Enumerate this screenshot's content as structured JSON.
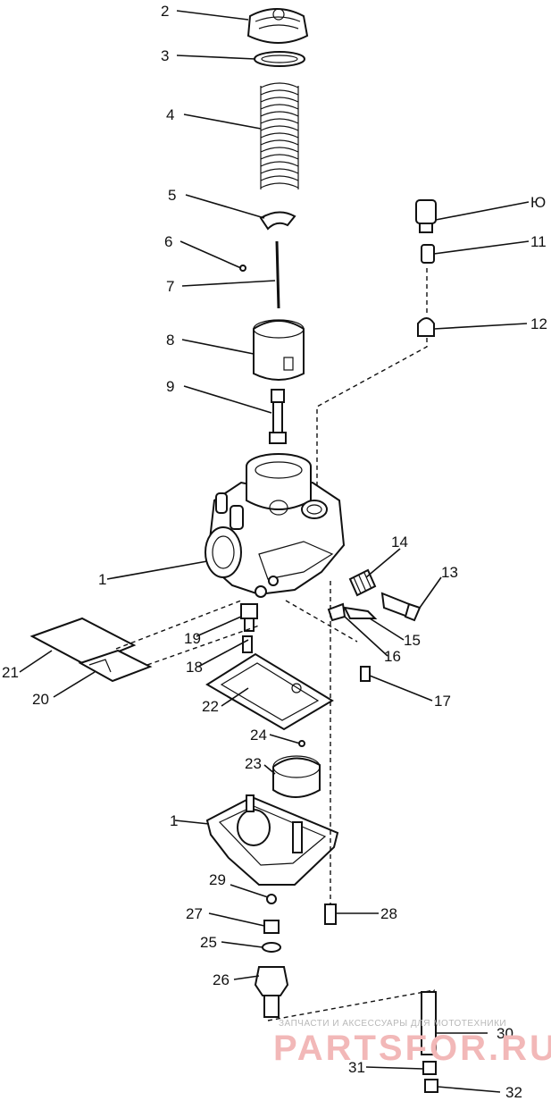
{
  "labels": {
    "l1a": "1",
    "l1b": "1",
    "l2": "2",
    "l3": "3",
    "l4": "4",
    "l5": "5",
    "l6": "6",
    "l7": "7",
    "l8": "8",
    "l9": "9",
    "l10": "Ю",
    "l11": "11",
    "l12": "12",
    "l13": "13",
    "l14": "14",
    "l15": "15",
    "l16": "16",
    "l17": "17",
    "l18": "18",
    "l19": "19",
    "l20": "20",
    "l21": "21",
    "l22": "22",
    "l23": "23",
    "l24": "24",
    "l25": "25",
    "l26": "26",
    "l27": "27",
    "l28": "28",
    "l29": "29",
    "l30": "30",
    "l31": "31",
    "l32": "32"
  },
  "watermark": {
    "caption": "ЗАПЧАСТИ И АКСЕССУАРЫ ДЛЯ МОТОТЕХНИКИ",
    "brand": "PARTSFOR.RU"
  }
}
